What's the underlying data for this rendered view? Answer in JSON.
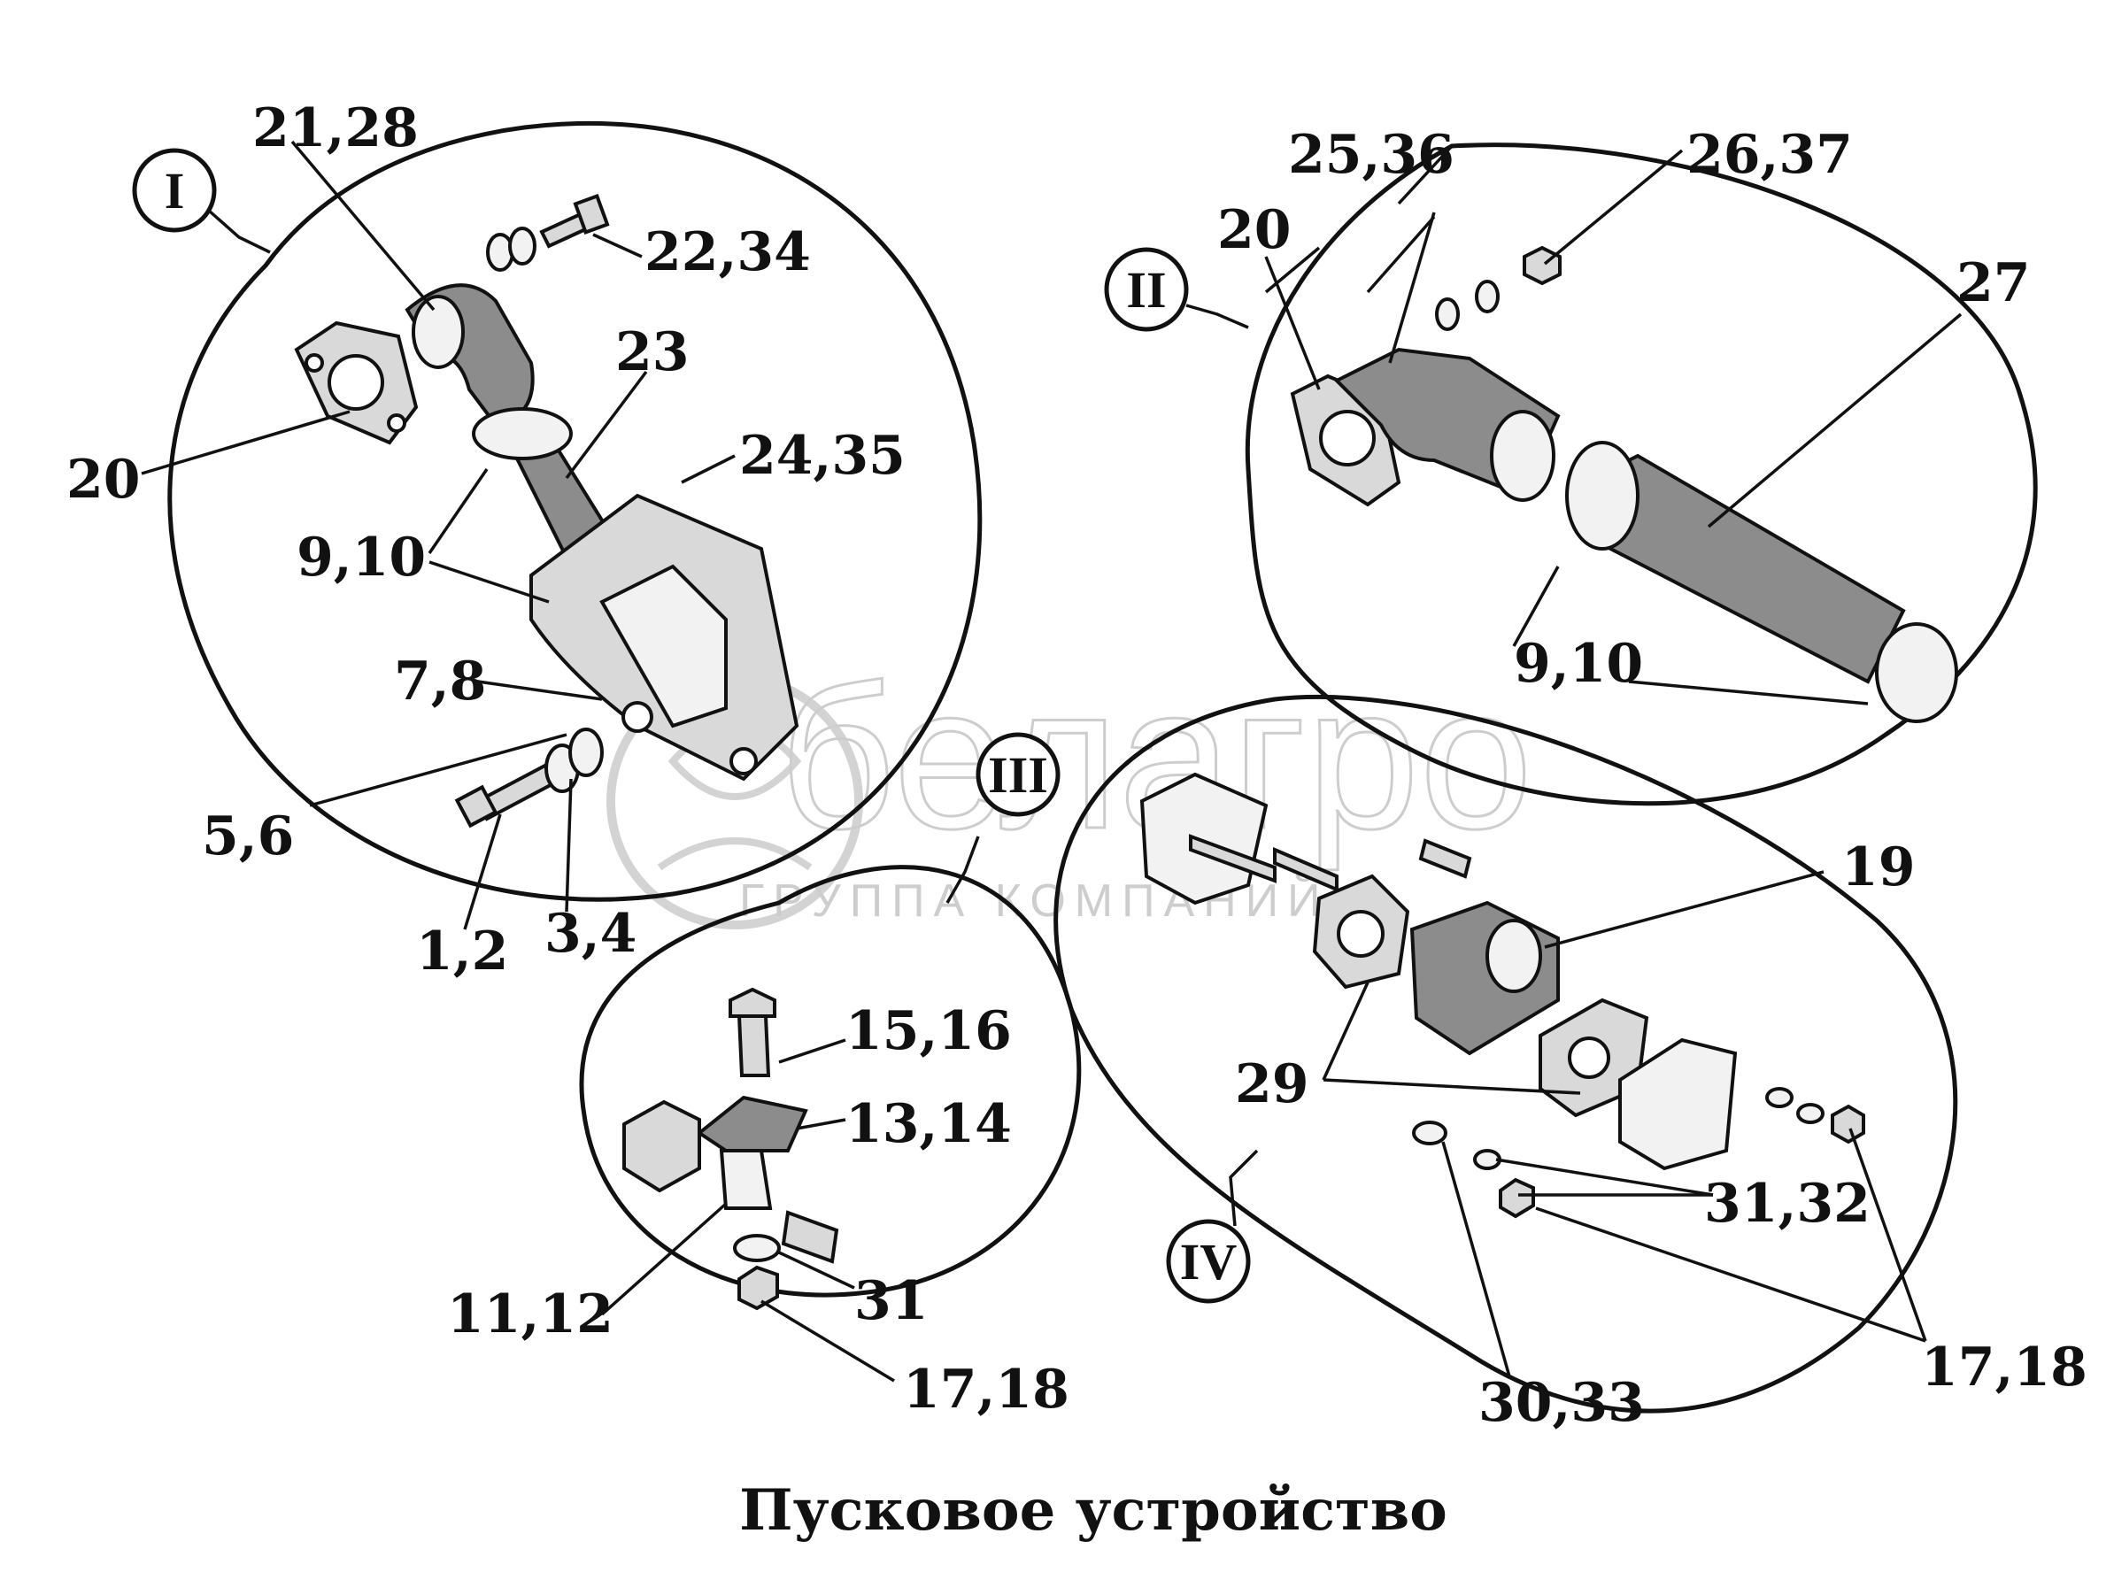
{
  "title": "Пусковое устройство",
  "watermark": {
    "brand": "белагро",
    "subtitle": "ГРУППА КОМПАНИЙ"
  },
  "views": [
    {
      "id": "I",
      "label": "I"
    },
    {
      "id": "II",
      "label": "II"
    },
    {
      "id": "III",
      "label": "III"
    },
    {
      "id": "IV",
      "label": "IV"
    }
  ],
  "callouts": {
    "I": [
      "21,28",
      "22,34",
      "23",
      "24,35",
      "20",
      "9,10",
      "7,8",
      "5,6",
      "1,2",
      "3,4"
    ],
    "II": [
      "25,36",
      "26,37",
      "20",
      "27",
      "9,10"
    ],
    "III": [
      "15,16",
      "13,14",
      "11,12",
      "31",
      "17,18"
    ],
    "IV": [
      "19",
      "29",
      "31,32",
      "17,18",
      "30,33"
    ]
  }
}
